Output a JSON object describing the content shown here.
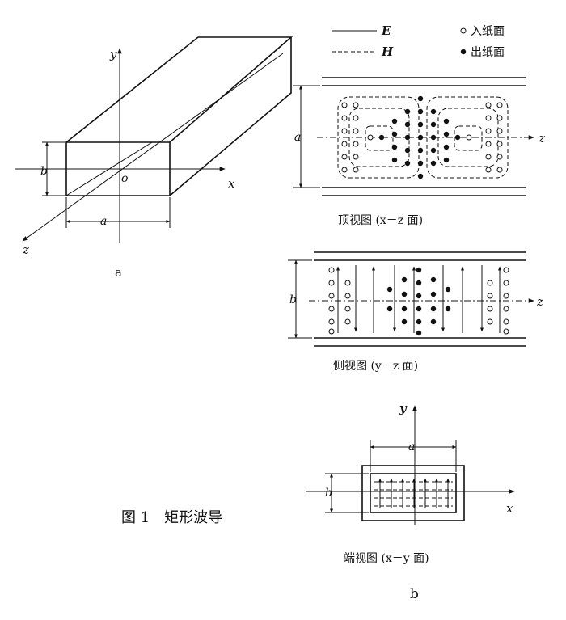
{
  "legend": {
    "e_label": "E",
    "h_label": "H",
    "into_label": "入纸面",
    "out_label": "出纸面"
  },
  "panel_a": {
    "caption": "a",
    "x_label": "x",
    "y_label": "y",
    "z_label": "z",
    "origin_label": "o",
    "dim_a": "a",
    "dim_b": "b"
  },
  "top_view": {
    "caption": "顶视图 (x－z 面)",
    "dim_a": "a",
    "axis_z": "z"
  },
  "side_view": {
    "caption": "侧视图 (y－z 面)",
    "dim_b": "b",
    "axis_z": "z"
  },
  "end_view": {
    "caption": "端视图 (x－y 面)",
    "dim_a": "a",
    "dim_b": "b",
    "axis_x": "x",
    "axis_y": "y"
  },
  "figure_title": "图 1　矩形波导",
  "panel_b_caption": "b"
}
